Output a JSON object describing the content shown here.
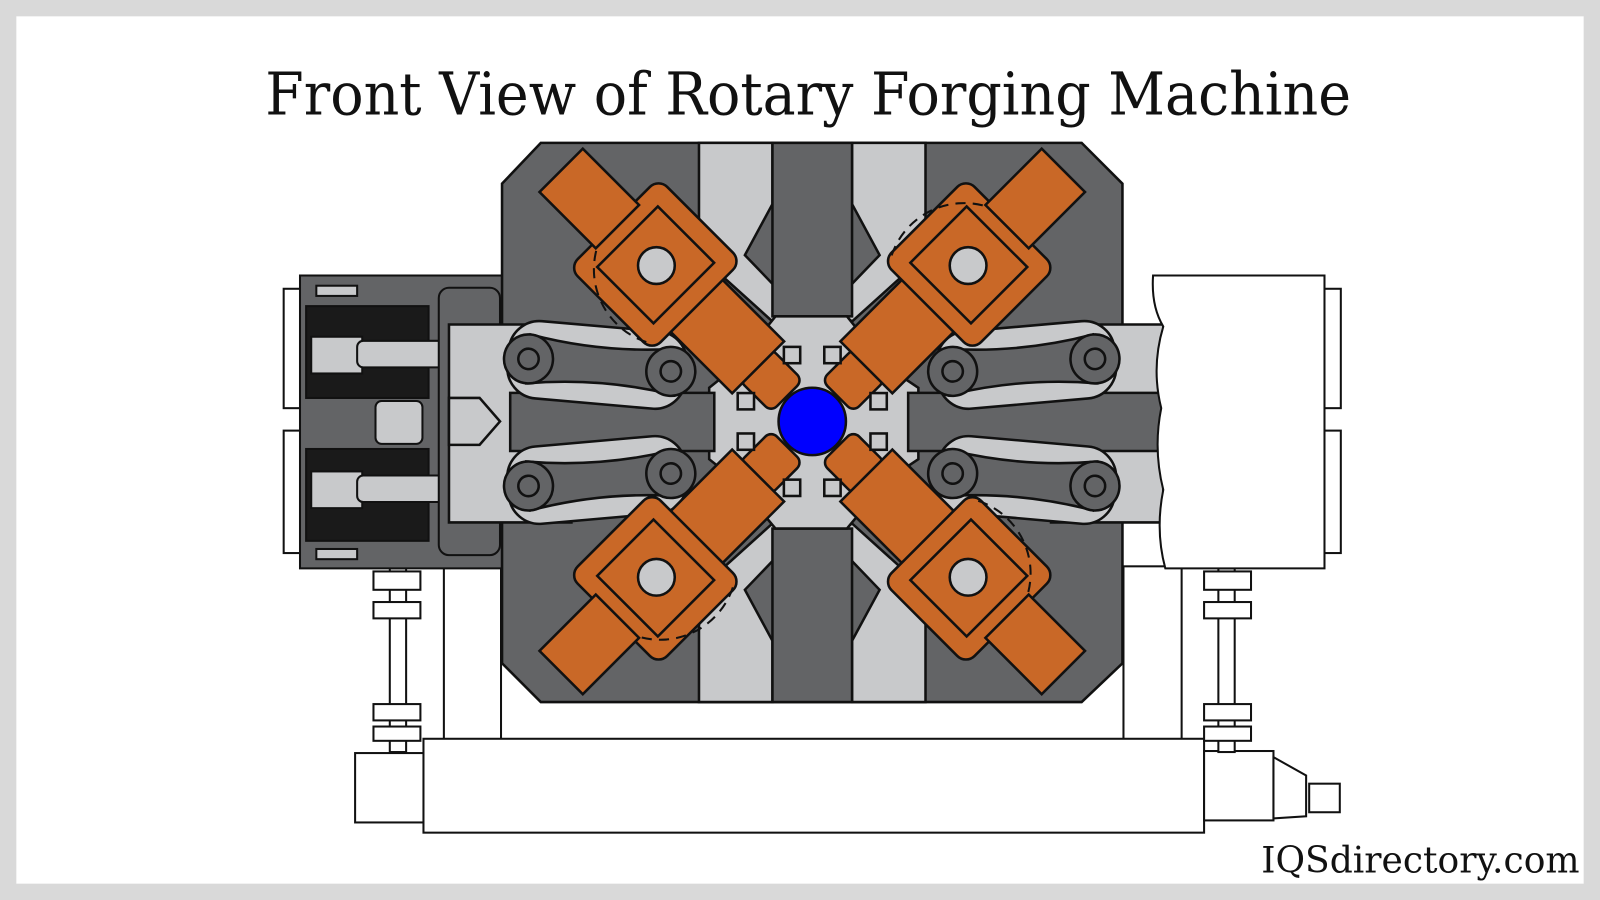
{
  "title": "Front View of Rotary Forging Machine",
  "logo": "IQSdirectory.com",
  "colors": {
    "frame": "#d9d9d9",
    "dark_grey": "#636466",
    "light_grey": "#c8c9cb",
    "hammer_orange": "#c96827",
    "workpiece_blue": "#0000ff"
  },
  "icons": [
    "rotary-forging-machine-diagram"
  ]
}
